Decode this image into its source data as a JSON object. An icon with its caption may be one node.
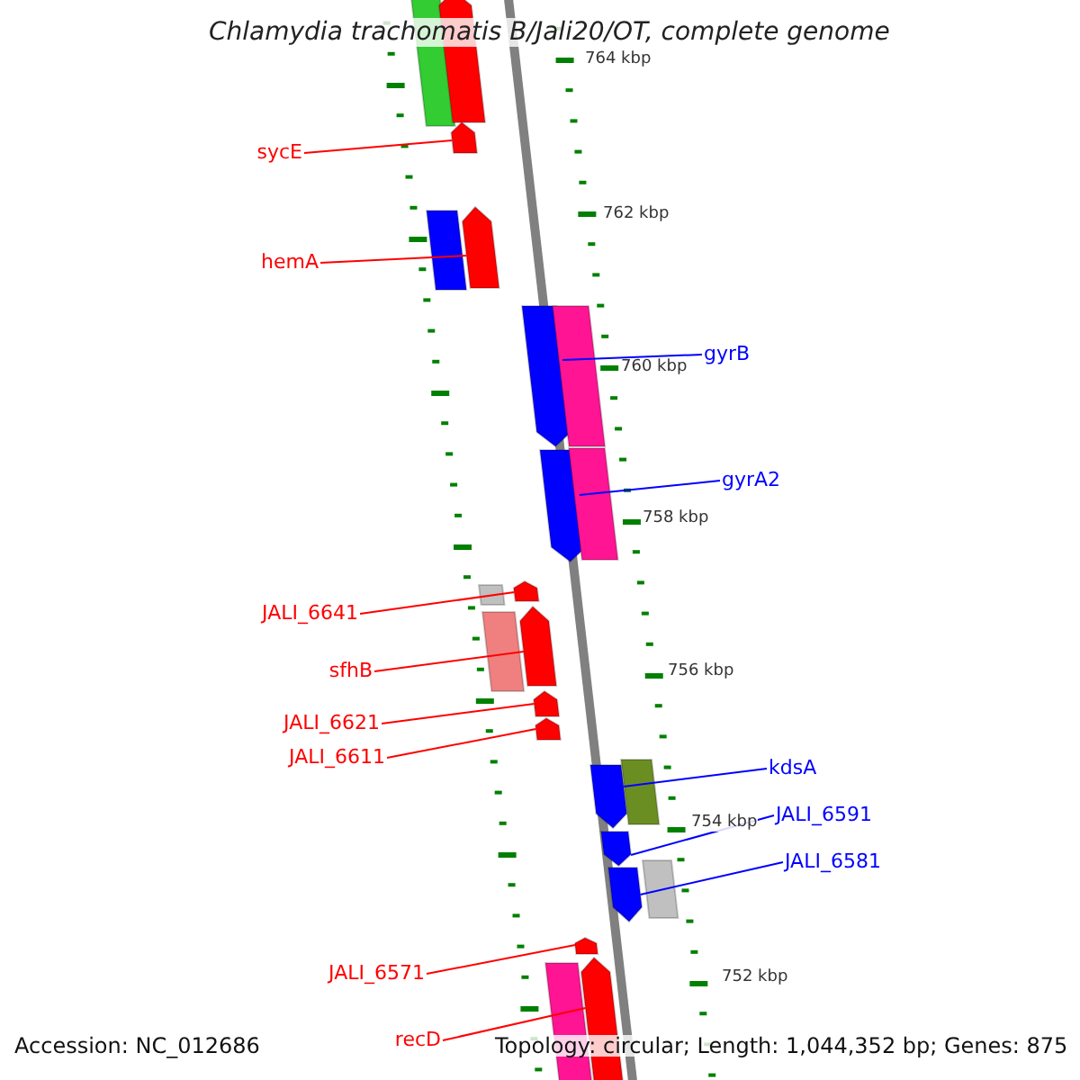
{
  "diagram": {
    "title": "Chlamydia trachomatis B/Jali20/OT, complete genome",
    "nodes": [
      {
        "text": [
          "sycE"
        ]
      },
      {
        "text": [],
        "shape": "arrow"
      },
      {
        "text": [
          "hemA"
        ]
      },
      {
        "text": [],
        "shape": "arrow"
      },
      {
        "text": [
          "gyrB"
        ]
      },
      {
        "text": [],
        "shape": "arrow"
      },
      {
        "text": [
          "gyrA2"
        ]
      },
      {
        "text": [],
        "shape": "arrow"
      },
      {
        "text": [
          "JALI_6641"
        ]
      },
      {
        "text": [],
        "shape": "arrow"
      },
      {
        "text": [
          "sfhB"
        ]
      },
      {
        "text": [],
        "shape": "arrow"
      },
      {
        "text": [
          "JALI_6621"
        ]
      },
      {
        "text": [],
        "shape": "arrow"
      },
      {
        "text": [
          "JALI_6611"
        ]
      },
      {
        "text": [],
        "shape": "arrow"
      },
      {
        "text": [
          "kdsA"
        ]
      },
      {
        "text": [],
        "shape": "arrow"
      },
      {
        "text": [
          "JALI_6591"
        ]
      },
      {
        "text": [],
        "shape": "arrow"
      },
      {
        "text": [
          "JALI_6581"
        ]
      },
      {
        "text": [],
        "shape": "arrow"
      },
      {
        "text": [
          "JALI_6571"
        ]
      },
      {
        "text": [],
        "shape": "arrow"
      },
      {
        "text": [
          "recD"
        ]
      },
      {
        "text": [],
        "shape": "arrow"
      },
      {
        "text": [],
        "shape": "bar"
      },
      {
        "text": [],
        "shape": "arrow"
      },
      {
        "text": [],
        "shape": "bar"
      },
      {
        "text": [],
        "shape": "bar"
      },
      {
        "text": [],
        "shape": "bar"
      },
      {
        "text": [],
        "shape": "bar"
      },
      {
        "text": [],
        "shape": "bar"
      },
      {
        "text": [],
        "shape": "bar"
      },
      {
        "text": [],
        "shape": "bar"
      },
      {
        "text": [],
        "shape": "bar"
      }
    ],
    "edges": [
      {
        "from": 0,
        "to": 1,
        "arrow": "none"
      },
      {
        "from": 2,
        "to": 3,
        "arrow": "none"
      },
      {
        "from": 4,
        "to": 5,
        "arrow": "none",
        "color": "#0000ff"
      },
      {
        "from": 6,
        "to": 7,
        "arrow": "none",
        "color": "#0000ff"
      },
      {
        "from": 8,
        "to": 9,
        "arrow": "none"
      },
      {
        "from": 10,
        "to": 11,
        "arrow": "none"
      },
      {
        "from": 12,
        "to": 13,
        "arrow": "none"
      },
      {
        "from": 14,
        "to": 15,
        "arrow": "none"
      },
      {
        "from": 16,
        "to": 17,
        "arrow": "none",
        "color": "#0000ff"
      },
      {
        "from": 18,
        "to": 19,
        "arrow": "none",
        "color": "#0000ff"
      },
      {
        "from": 20,
        "to": 21,
        "arrow": "none",
        "color": "#0000ff"
      },
      {
        "from": 22,
        "to": 23,
        "arrow": "none"
      },
      {
        "from": 24,
        "to": 25,
        "arrow": "none"
      }
    ],
    "labels": [
      "764 kbp",
      "762 kbp",
      "760 kbp",
      "758 kbp",
      "756 kbp",
      "754 kbp",
      "752 kbp",
      "Accession: NC_012686",
      "Topology: circular; Length: 1,044,352 bp; Genes: 875"
    ]
  }
}
